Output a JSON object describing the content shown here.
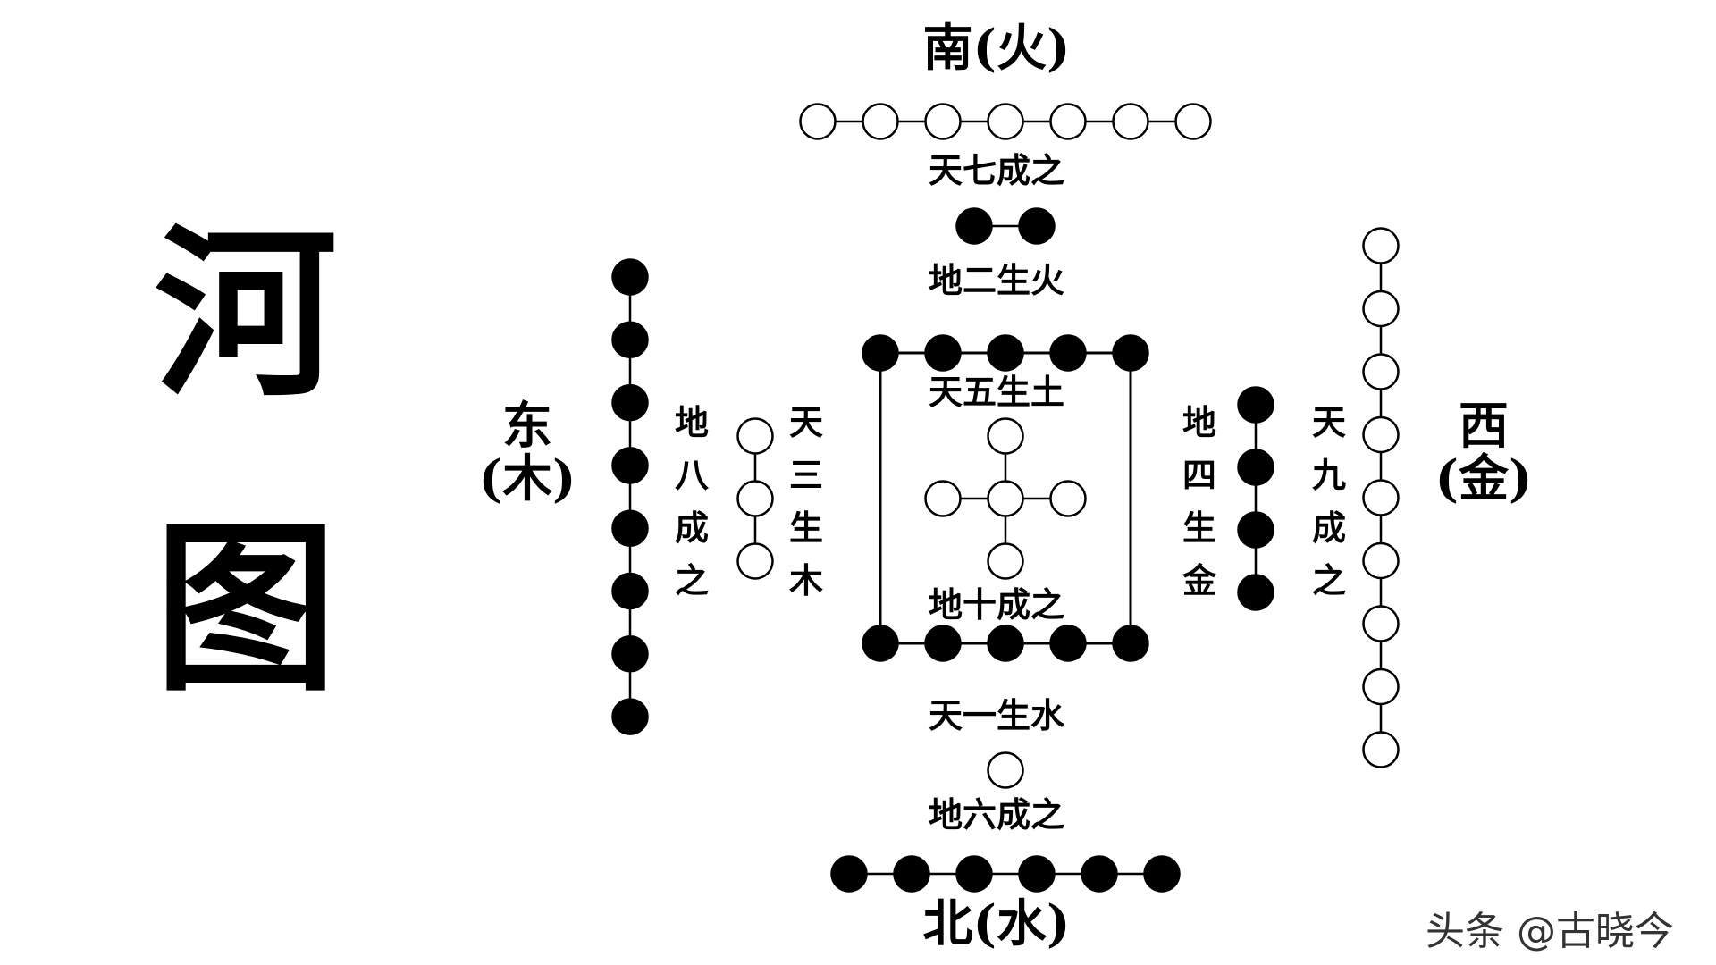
{
  "title": {
    "line1": "河",
    "line2": "图"
  },
  "directions": {
    "south": "南(火)",
    "north": "北(水)",
    "east_1": "东",
    "east_2": "(木)",
    "west_1": "西",
    "west_2": "(金)"
  },
  "labels": {
    "tian_qi": "天七成之",
    "di_er": "地二生火",
    "tian_wu": "天五生土",
    "di_shi": "地十成之",
    "tian_yi": "天一生水",
    "di_liu": "地六成之",
    "di_ba": "地八成之",
    "tian_san": "天三生木",
    "di_si": "地四生金",
    "tian_jiu": "天九成之"
  },
  "dot_groups": [
    {
      "name": "south-outer",
      "count": 7,
      "color": "white"
    },
    {
      "name": "south-inner",
      "count": 2,
      "color": "black"
    },
    {
      "name": "center-top",
      "count": 5,
      "color": "black"
    },
    {
      "name": "center-cross",
      "count": 5,
      "color": "white"
    },
    {
      "name": "center-bottom",
      "count": 5,
      "color": "black"
    },
    {
      "name": "north-inner",
      "count": 1,
      "color": "white"
    },
    {
      "name": "north-outer",
      "count": 6,
      "color": "black"
    },
    {
      "name": "east-outer",
      "count": 8,
      "color": "black"
    },
    {
      "name": "east-inner",
      "count": 3,
      "color": "white"
    },
    {
      "name": "west-inner",
      "count": 4,
      "color": "black"
    },
    {
      "name": "west-outer",
      "count": 9,
      "color": "white"
    }
  ],
  "watermark": "头条 @古晓今"
}
